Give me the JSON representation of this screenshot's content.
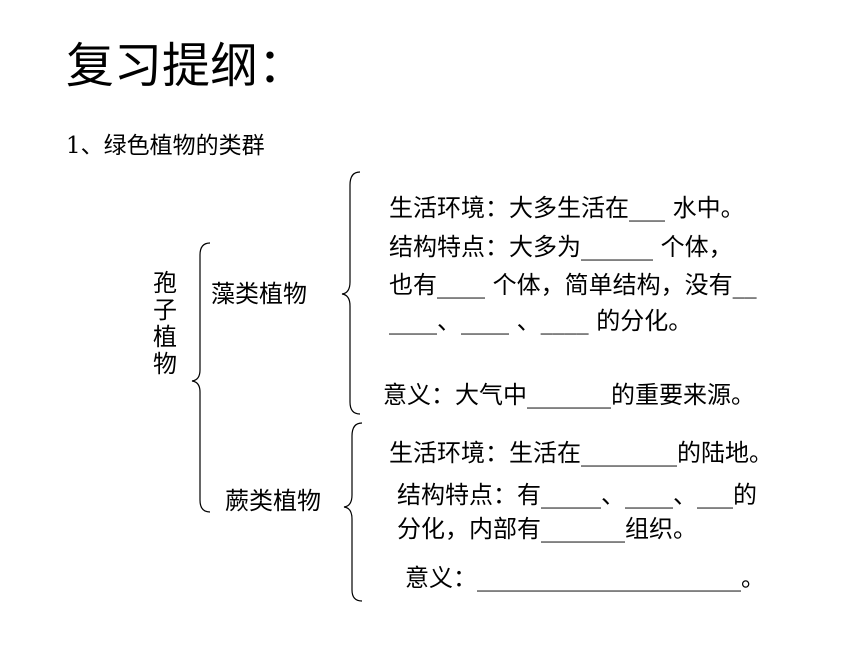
{
  "title": "复习提纲：",
  "subtitle": "1、绿色植物的类群",
  "group_label": [
    "孢",
    "子",
    "植",
    "物"
  ],
  "algae": {
    "name": "藻类植物",
    "lines": [
      "生活环境：大多生活在___ 水中。",
      "结构特点：大多为______ 个体，",
      "也有____ 个体，简单结构，没有__",
      " ____、____ 、____ 的分化。",
      "意义：大气中_______的重要来源。"
    ]
  },
  "fern": {
    "name": "蕨类植物",
    "lines": [
      "生活环境：生活在________的陆地。",
      "结构特点：有_____、____、___的",
      "分化，内部有_______组织。",
      "意义：______________________。"
    ]
  }
}
